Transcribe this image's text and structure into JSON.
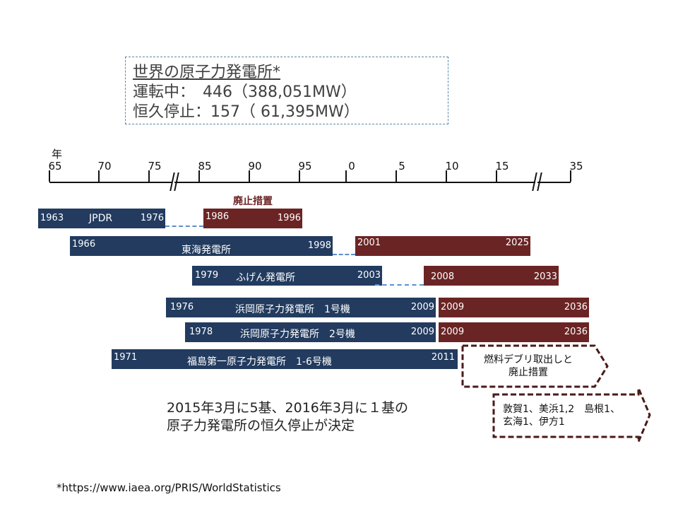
{
  "summary": {
    "title": "世界の原子力発電所*",
    "operating": "運転中：　446（388,051MW）",
    "shutdown": "恒久停止：157（ 61,395MW）"
  },
  "axis": {
    "unit_label": "年",
    "ticks": [
      "65",
      "70",
      "75",
      "85",
      "90",
      "95",
      "0",
      "5",
      "10",
      "15",
      "35"
    ]
  },
  "decommission_label": "廃止措置",
  "plants": [
    {
      "name": "JPDR",
      "start": "1963",
      "end": "1976",
      "decom_start": "1986",
      "decom_end": "1996"
    },
    {
      "name": "東海発電所",
      "start": "1966",
      "end": "1998",
      "decom_start": "2001",
      "decom_end": "2025"
    },
    {
      "name": "ふげん発電所",
      "start": "1979",
      "end": "2003",
      "decom_start": "2008",
      "decom_end": "2033"
    },
    {
      "name": "浜岡原子力発電所　1号機",
      "start": "1976",
      "end": "2009",
      "decom_start": "2009",
      "decom_end": "2036"
    },
    {
      "name": "浜岡原子力発電所　2号機",
      "start": "1978",
      "end": "2009",
      "decom_start": "2009",
      "decom_end": "2036"
    },
    {
      "name": "福島第一原子力発電所　1-6号機",
      "start": "1971",
      "end": "2011"
    }
  ],
  "callout_fukushima": {
    "line1": "燃料デブリ取出しと",
    "line2": "廃止措置"
  },
  "callout_others": {
    "line1": "敦賀1、美浜1,2　島根1、",
    "line2": "玄海1、伊方1"
  },
  "note": {
    "line1": "2015年3月に5基、2016年3月に１基の",
    "line2": "原子力発電所の恒久停止が決定"
  },
  "footnote": "*https://www.iaea.org/PRIS/WorldStatistics"
}
